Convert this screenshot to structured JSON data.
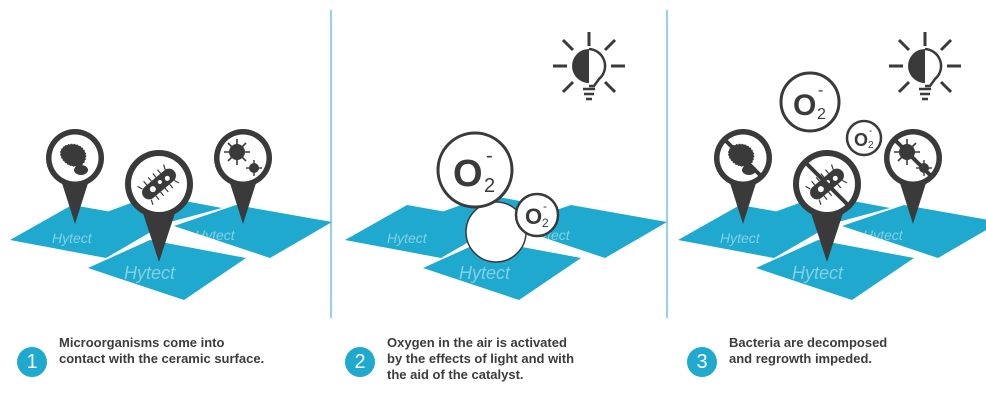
{
  "tile_label": "Hytect",
  "oxygen": {
    "symbol": "O",
    "subscript": "2",
    "charge": "-"
  },
  "colors": {
    "tile": "#1fa9cf",
    "pin": "#3a3a3a",
    "divider": "#1fa9cf",
    "badge": "#1fa9cf",
    "text": "#3c3c3c"
  },
  "panels": [
    {
      "step": "1",
      "lines": [
        "Microorganisms come into",
        "contact with the ceramic surface."
      ],
      "icons": [
        "bacteria-pin-icon",
        "bacillus-pin-icon",
        "virus-pin-icon"
      ]
    },
    {
      "step": "2",
      "lines": [
        "Oxygen in the air is activated",
        "by the effects of light and with",
        "the aid of the catalyst."
      ],
      "icons": [
        "light-bulb-sun-icon",
        "oxygen-molecule-icon"
      ]
    },
    {
      "step": "3",
      "lines": [
        "Bacteria are decomposed",
        "and regrowth impeded."
      ],
      "icons": [
        "light-bulb-sun-icon",
        "oxygen-molecule-icon",
        "blocked-bacteria-pin-icon"
      ]
    }
  ]
}
